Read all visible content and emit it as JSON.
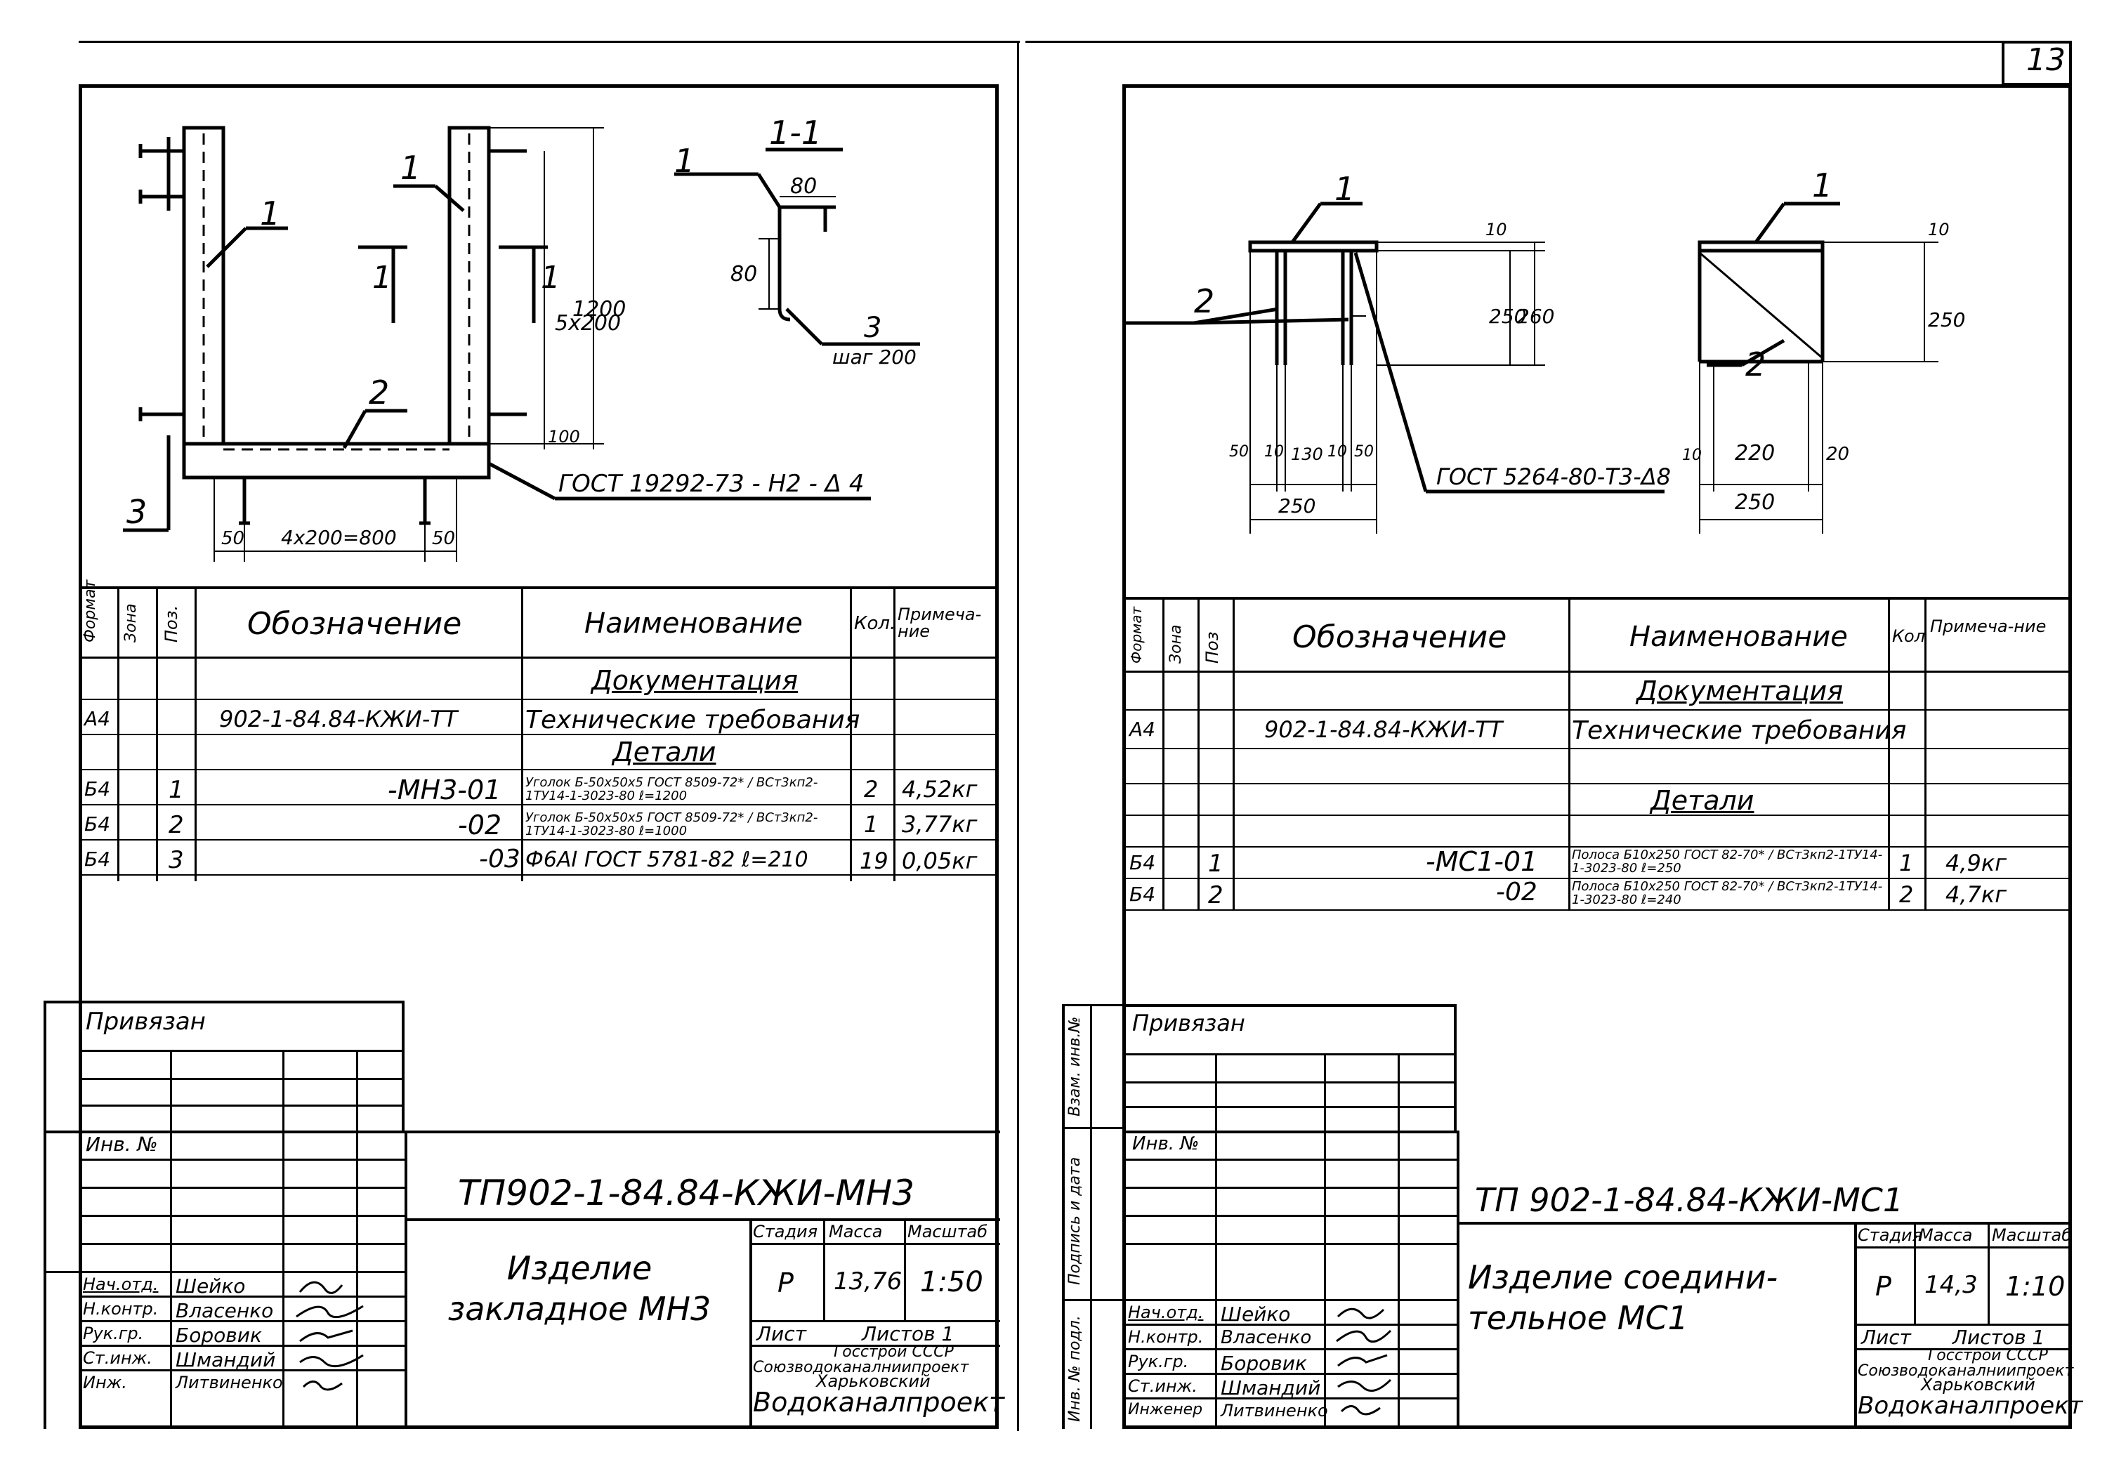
{
  "page_number": "13",
  "left": {
    "drawing": {
      "section_label": "1-1",
      "leaders": [
        "1",
        "1",
        "1",
        "2",
        "3",
        "3",
        "1",
        "1"
      ],
      "dims": [
        "80",
        "80",
        "шаг 200",
        "5x200",
        "1200",
        "100",
        "50",
        "4x200=800",
        "50"
      ],
      "gost_note": "ГОСТ 19292-73 - Н2 - Δ 4"
    },
    "spec": {
      "headers": [
        "Формат",
        "Зона",
        "Поз.",
        "Обозначение",
        "Наименование",
        "Кол.",
        "Примеча-ние"
      ],
      "section_docs": "Документация",
      "section_parts": "Детали",
      "rows": [
        {
          "format": "А4",
          "zone": "",
          "pos": "",
          "designation": "902-1-84.84-КЖИ-ТТ",
          "name": "Технические требования",
          "qty": "",
          "note": ""
        },
        {
          "format": "Б4",
          "zone": "",
          "pos": "1",
          "designation": "-МН3-01",
          "name": "Уголок Б-50x50x5 ГОСТ 8509-72* / ВСт3кп2-1ТУ14-1-3023-80 ℓ=1200",
          "qty": "2",
          "note": "4,52кг"
        },
        {
          "format": "Б4",
          "zone": "",
          "pos": "2",
          "designation": "-02",
          "name": "Уголок Б-50x50x5 ГОСТ 8509-72* / ВСт3кп2-1ТУ14-1-3023-80 ℓ=1000",
          "qty": "1",
          "note": "3,77кг"
        },
        {
          "format": "Б4",
          "zone": "",
          "pos": "3",
          "designation": "-03",
          "name": "Ф6АI ГОСТ 5781-82 ℓ=210",
          "qty": "19",
          "note": "0,05кг"
        }
      ]
    },
    "title_block": {
      "privyazan": "Привязан",
      "inv_no": "Инв. №",
      "doc_code": "ТП902-1-84.84-КЖИ-МН3",
      "doc_name": "Изделие закладное МН3",
      "stage_label": "Стадия",
      "mass_label": "Масса",
      "scale_label": "Масштаб",
      "stage": "Р",
      "mass": "13,76",
      "scale": "1:50",
      "sheet_label": "Лист",
      "sheets_label": "Листов 1",
      "org1": "Госстрой СССР",
      "org2": "Союзводоканалниипроект",
      "org3": "Харьковский",
      "org4": "Водоканалпроект",
      "people": [
        {
          "role": "Нач.отд.",
          "name": "Шейко"
        },
        {
          "role": "Н.контр.",
          "name": "Власенко"
        },
        {
          "role": "Рук.гр.",
          "name": "Боровик"
        },
        {
          "role": "Ст.инж.",
          "name": "Шмандий"
        },
        {
          "role": "Инж.",
          "name": "Литвиненко"
        }
      ]
    }
  },
  "right": {
    "drawing": {
      "leaders": [
        "1",
        "1",
        "2",
        "2"
      ],
      "dims": [
        "10",
        "250",
        "260",
        "10",
        "250",
        "50",
        "10",
        "130",
        "10",
        "50",
        "250",
        "10",
        "220",
        "20",
        "250"
      ],
      "gost_note": "ГОСТ 5264-80-Т3-Δ8"
    },
    "spec": {
      "headers": [
        "Формат",
        "Зона",
        "Поз",
        "Обозначение",
        "Наименование",
        "Кол",
        "Примеча-ние"
      ],
      "section_docs": "Документация",
      "section_parts": "Детали",
      "rows": [
        {
          "format": "А4",
          "zone": "",
          "pos": "",
          "designation": "902-1-84.84-КЖИ-ТТ",
          "name": "Технические требования",
          "qty": "",
          "note": ""
        },
        {
          "format": "Б4",
          "zone": "",
          "pos": "1",
          "designation": "-МС1-01",
          "name": "Полоса Б10x250 ГОСТ 82-70* / ВСт3кп2-1ТУ14-1-3023-80 ℓ=250",
          "qty": "1",
          "note": "4,9кг"
        },
        {
          "format": "Б4",
          "zone": "",
          "pos": "2",
          "designation": "-02",
          "name": "Полоса Б10x250 ГОСТ 82-70* / ВСт3кп2-1ТУ14-1-3023-80 ℓ=240",
          "qty": "2",
          "note": "4,7кг"
        }
      ]
    },
    "side_labels": [
      "Взам. инв.№",
      "Подпись и дата",
      "Инв. № подл."
    ],
    "title_block": {
      "privyazan": "Привязан",
      "inv_no": "Инв. №",
      "doc_code": "ТП 902-1-84.84-КЖИ-МС1",
      "doc_name": "Изделие соедини-тельное МС1",
      "stage_label": "Стадия",
      "mass_label": "Масса",
      "scale_label": "Масштаб",
      "stage": "Р",
      "mass": "14,3",
      "scale": "1:10",
      "sheet_label": "Лист",
      "sheets_label": "Листов 1",
      "org1": "Госстрой СССР",
      "org2": "Союзводоканалниипроект",
      "org3": "Харьковский",
      "org4": "Водоканалпроект",
      "people": [
        {
          "role": "Нач.отд.",
          "name": "Шейко"
        },
        {
          "role": "Н.контр.",
          "name": "Власенко"
        },
        {
          "role": "Рук.гр.",
          "name": "Боровик"
        },
        {
          "role": "Ст.инж.",
          "name": "Шмандий"
        },
        {
          "role": "Инженер",
          "name": "Литвиненко"
        }
      ]
    }
  }
}
